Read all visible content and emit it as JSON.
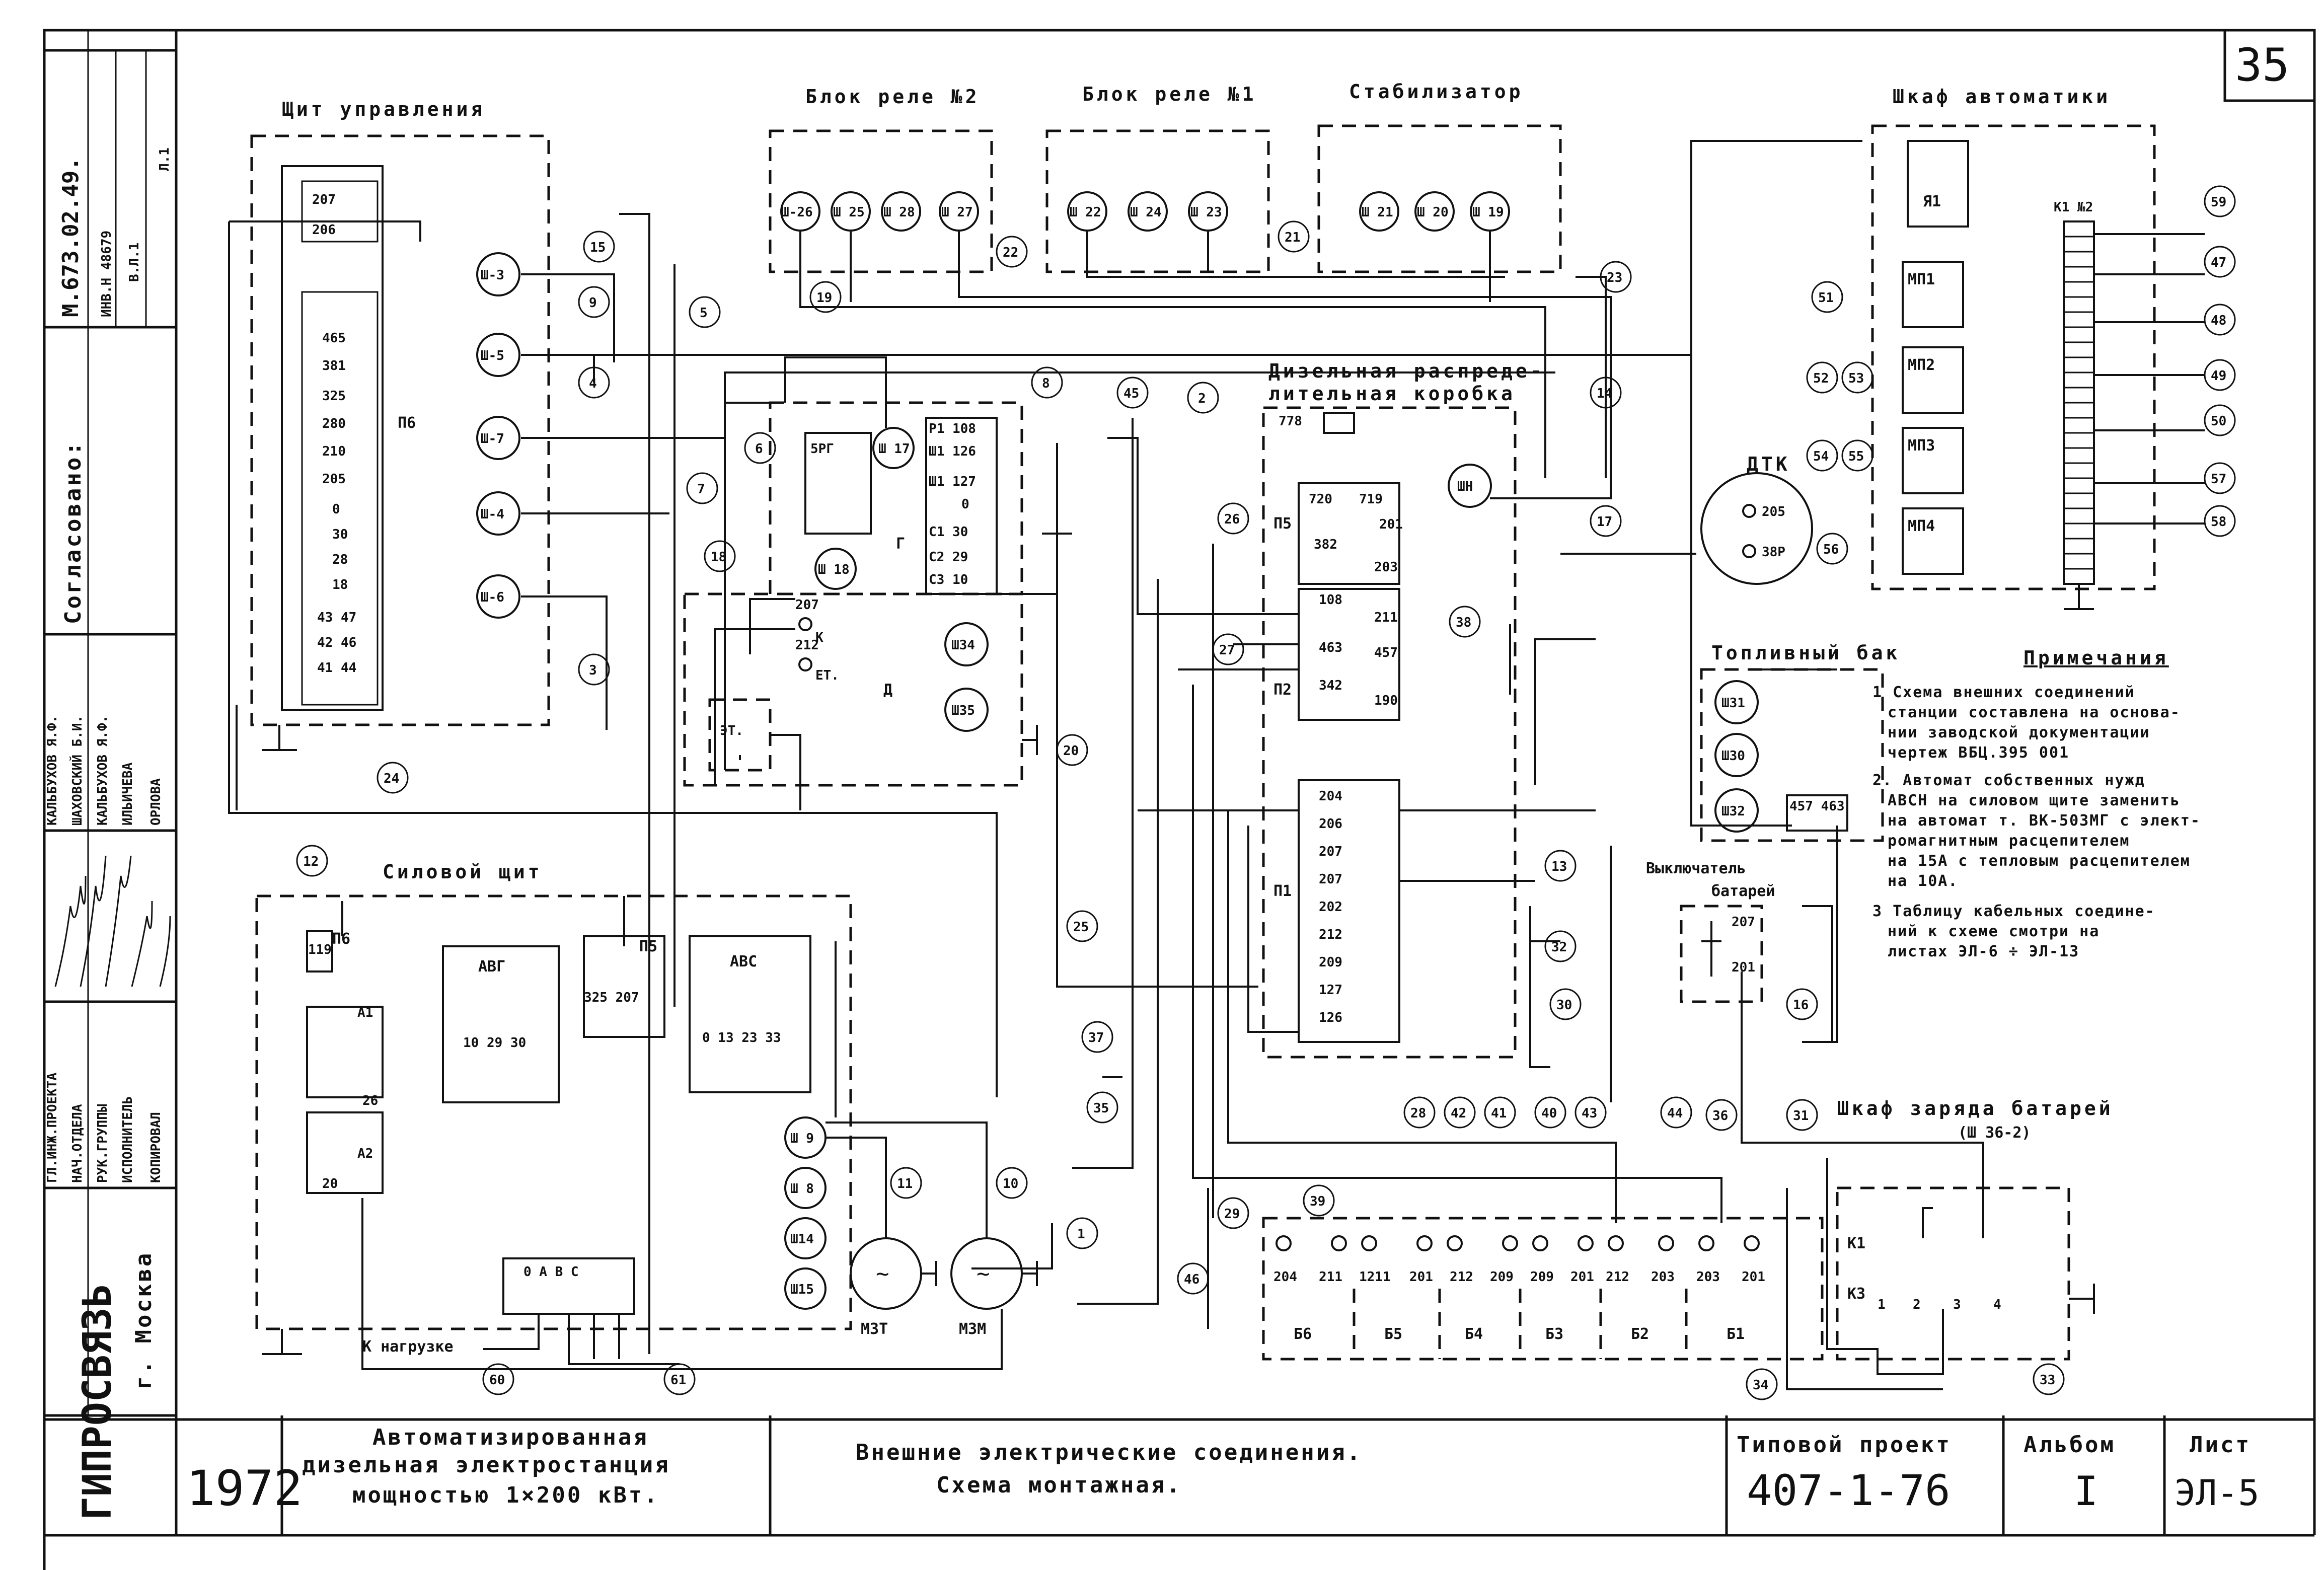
{
  "sheet_number": "35",
  "side_stamp": {
    "code": "М.673.02.49.",
    "inv": "ИНВ.Н 48679",
    "sheet_ref": "Л.1",
    "sheet_ref2": "В.Л.1",
    "agreed": "Согласовано:",
    "roles": [
      "ГЛ.ИНЖ.ПРОЕКТА",
      "НАЧ.ОТДЕЛА",
      "РУК.ГРУППЫ",
      "ИСПОЛНИТЕЛЬ",
      "КОПИРОВАЛ"
    ],
    "names": [
      "КАЛЬБУХОВ Я.Ф.",
      "ШАХОВСКИЙ Б.И.",
      "КАЛЬБУХОВ Я.Ф.",
      "ИЛЬИЧЕВА",
      "ОРЛОВА"
    ],
    "org": "ГИПРОСВЯЗЬ",
    "city": "г. Москва"
  },
  "blocks": {
    "control_panel": {
      "title": "Щит управления",
      "p6": "П6",
      "terminals": [
        "207",
        "206",
        "465",
        "381",
        "325",
        "280",
        "210",
        "205",
        "0",
        "30",
        "28",
        "18",
        "43 47",
        "42 46",
        "41 44"
      ],
      "sockets": [
        "Ш-3",
        "Ш-5",
        "Ш-7",
        "Ш-4",
        "Ш-6"
      ]
    },
    "relay2": {
      "title": "Блок реле №2",
      "sockets": [
        "Ш-26",
        "Ш 25",
        "Ш 28",
        "Ш 27"
      ]
    },
    "relay1": {
      "title": "Блок реле №1",
      "sockets": [
        "Ш 22",
        "Ш 24",
        "Ш 23"
      ]
    },
    "stabilizer": {
      "title": "Стабилизатор",
      "sockets": [
        "Ш 21",
        "Ш 20",
        "Ш 19"
      ]
    },
    "automation_cabinet": {
      "title": "Шкаф автоматики",
      "units": [
        "Я1",
        "МП1",
        "МП2",
        "МП3",
        "МП4"
      ],
      "strip": "К1 №2"
    },
    "dist_box": {
      "title1": "Дизельная распреде-",
      "title2": "лительная коробка",
      "p5": "П5",
      "p2": "П2",
      "p1": "П1",
      "fuse": "778",
      "socket": "ШН",
      "p5_terms": [
        "720",
        "719",
        "201",
        "382",
        "203"
      ],
      "p2_terms": [
        "108",
        "211",
        "463",
        "457",
        "342",
        "190"
      ],
      "p1_terms": [
        "204",
        "206",
        "207",
        "207",
        "202",
        "212",
        "209",
        "127",
        "126"
      ]
    },
    "engine": {
      "g": "Г",
      "d": "Д",
      "sh17": "Ш 17",
      "sh18": "Ш 18",
      "sh34": "Ш34",
      "sh35": "Ш35",
      "srg": "5РГ",
      "et": "ЭТ.",
      "k": "К",
      "et2": "ЕТ.",
      "t207": "207",
      "t212": "212",
      "pins": [
        "Р1 108",
        "Ш1 126",
        "Ш1 127",
        "0",
        "С1 30",
        "С2 29",
        "С3 10"
      ]
    },
    "dtk": {
      "title": "ДТК",
      "t1": "205",
      "t2": "38Р"
    },
    "fuel_tank": {
      "title": "Топливный бак",
      "sockets": [
        "Ш31",
        "Ш30",
        "Ш32"
      ],
      "terms": "457 463"
    },
    "power_panel": {
      "title": "Силовой щит",
      "p6": "П6",
      "p5": "П5",
      "avg": "АВГ",
      "avs": "АВС",
      "avg_terms": "10 29 30",
      "avs_terms": "0 13 23 33",
      "t119": "119",
      "a1": "А1",
      "a2": "А2",
      "t26": "26",
      "t20": "20",
      "load": "К нагрузке",
      "phases": "0 А В С",
      "sockets": [
        "Ш 9",
        "Ш 8",
        "Ш14",
        "Ш15"
      ],
      "motors": [
        "МЗТ",
        "МЗМ"
      ],
      "p5terms": "325 207"
    },
    "battery_switch": {
      "title1": "Выключатель",
      "title2": "батарей",
      "t1": "207",
      "t2": "201"
    },
    "batteries": {
      "labels": [
        "Б6",
        "Б5",
        "Б4",
        "Б3",
        "Б2",
        "Б1"
      ],
      "terms": [
        "204",
        "211",
        "1211",
        "201",
        "212",
        "209",
        "209",
        "201",
        "212",
        "203",
        "203",
        "201"
      ]
    },
    "charger": {
      "title": "Шкаф заряда батарей",
      "sub": "(Ш 36-2)",
      "k1": "К1",
      "k3": "К3",
      "pins": [
        "1",
        "2",
        "3",
        "4"
      ]
    }
  },
  "cable_numbers": [
    "1",
    "2",
    "3",
    "4",
    "5",
    "6",
    "7",
    "8",
    "9",
    "10",
    "11",
    "12",
    "13",
    "14",
    "15",
    "16",
    "17",
    "18",
    "19",
    "20",
    "21",
    "22",
    "23",
    "24",
    "25",
    "26",
    "27",
    "28",
    "29",
    "30",
    "31",
    "32",
    "33",
    "34",
    "35",
    "36",
    "37",
    "38",
    "39",
    "40",
    "41",
    "42",
    "43",
    "44",
    "45",
    "46",
    "47",
    "48",
    "49",
    "50",
    "51",
    "52",
    "53",
    "54",
    "55",
    "56",
    "57",
    "58",
    "59",
    "60",
    "61"
  ],
  "notes": {
    "title": "Примечания",
    "items": [
      "1 Схема внешних соединений",
      "станции составлена на основа-",
      "нии заводской документации",
      "чертеж ВБЦ.395 001",
      "2. Автомат собственных нужд",
      "АВСН на силовом щите заменить",
      "на автомат т. ВК-503МГ с элект-",
      "ромагнитным расцепителем",
      "на 15А с тепловым расцепителем",
      "на 10А.",
      "3 Таблицу кабельных соедине-",
      "ний к схеме смотри на",
      "листах   ЭЛ-6 ÷ ЭЛ-13"
    ]
  },
  "title_block": {
    "year": "1972",
    "desc1": "Автоматизированная",
    "desc2": "дизельная электростанция",
    "desc3": "мощностью 1×200 кВт.",
    "name1": "Внешние   электрические   соединения.",
    "name2": "Схема      монтажная.",
    "project_label": "Типовой проект",
    "project": "407-1-76",
    "album_label": "Альбом",
    "album": "I",
    "sheet_label": "Лист",
    "sheet": "ЭЛ-5"
  }
}
